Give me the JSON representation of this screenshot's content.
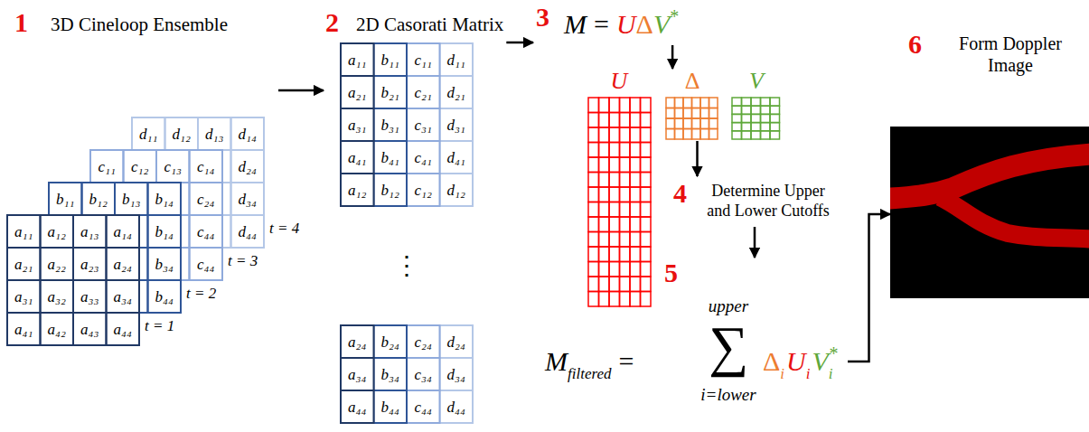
{
  "diagram": {
    "nodes": [
      {
        "text": [
          "1",
          "3D Cineloop Ensemble"
        ]
      },
      {
        "text": [
          "2",
          "2D Casorati Matrix"
        ]
      },
      {
        "text": [
          "3",
          "M",
          "=",
          "U",
          "Δ",
          "V",
          "*"
        ]
      },
      {
        "text": [
          "U"
        ]
      },
      {
        "text": [
          "Δ"
        ]
      },
      {
        "text": [
          "V"
        ]
      },
      {
        "text": [
          "4",
          "Determine Upper and Lower Cutoffs"
        ]
      },
      {
        "text": [
          "5",
          "M",
          "filtered",
          "=",
          "upper",
          "∑",
          "i=lower",
          "Δ",
          "i",
          "U",
          "i",
          "V",
          "i",
          "*"
        ]
      },
      {
        "text": [
          "6",
          "Form Doppler Image"
        ]
      }
    ],
    "edges": [
      {
        "from": 0,
        "to": 1,
        "arrow": "to"
      },
      {
        "from": 1,
        "to": 2,
        "arrow": "to"
      },
      {
        "from": 2,
        "to": 4,
        "arrow": "to"
      },
      {
        "from": 4,
        "to": 6,
        "arrow": "to"
      },
      {
        "from": 6,
        "to": 7,
        "arrow": "to"
      },
      {
        "from": 7,
        "to": 8,
        "arrow": "to"
      }
    ],
    "labels": [
      "d₁₁",
      "d₁₂",
      "d₁₃",
      "d₁₄",
      "d₂₄",
      "d₃₄",
      "d₄₄",
      "c₁₁",
      "c₁₂",
      "c₁₃",
      "c₁₄",
      "c₂₄",
      "c₄₄",
      "c₄₄",
      "b₁₁",
      "b₁₂",
      "b₁₃",
      "b₁₄",
      "b₁₄",
      "b₃₄",
      "b₄₄",
      "a₁₁",
      "a₁₂",
      "a₁₃",
      "a₁₄",
      "a₂₁",
      "a₂₂",
      "a₂₃",
      "a₂₄",
      "a₃₁",
      "a₃₂",
      "a₃₃",
      "a₃₄",
      "a₄₁",
      "a₄₂",
      "a₄₃",
      "a₄₄",
      "t = 4",
      "t = 3",
      "t = 2",
      "t = 1",
      "a₁₁",
      "b₁₁",
      "c₁₁",
      "d₁₁",
      "a₂₁",
      "b₂₁",
      "c₂₁",
      "d₂₁",
      "a₃₁",
      "b₃₁",
      "c₃₁",
      "d₃₁",
      "a₄₁",
      "b₄₁",
      "c₄₁",
      "d₄₁",
      "a₁₂",
      "b₁₂",
      "c₁₂",
      "d₁₂",
      "⋮",
      "a₂₄",
      "b₂₄",
      "c₂₄",
      "d₂₄",
      "a₃₄",
      "b₃₄",
      "c₃₄",
      "d₃₄",
      "a₄₄",
      "b₄₄",
      "c₄₄",
      "d₄₄"
    ]
  }
}
